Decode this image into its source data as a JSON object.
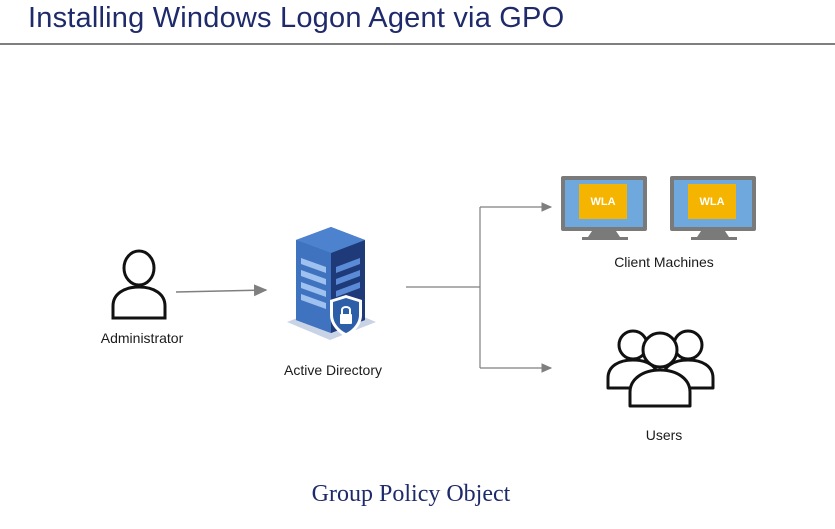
{
  "title": "Installing Windows Logon Agent via GPO",
  "footer": "Group Policy Object",
  "nodes": {
    "administrator": {
      "label": "Administrator",
      "icon": "user-icon"
    },
    "active_directory": {
      "label": "Active Directory",
      "icon": "secure-server-icon"
    },
    "client_machines": {
      "label": "Client Machines",
      "icon": "monitor-icon",
      "monitor_tag": "WLA"
    },
    "users": {
      "label": "Users",
      "icon": "users-group-icon"
    }
  },
  "colors": {
    "title": "#1f2a6b",
    "rule": "#7f7f7f",
    "arrow": "#7f7f7f",
    "server_blue": "#2d5ea8",
    "server_dark": "#1e3a78",
    "monitor_frame": "#7a7a7a",
    "monitor_screen": "#6fa8dc",
    "wla_badge": "#f4b400"
  }
}
